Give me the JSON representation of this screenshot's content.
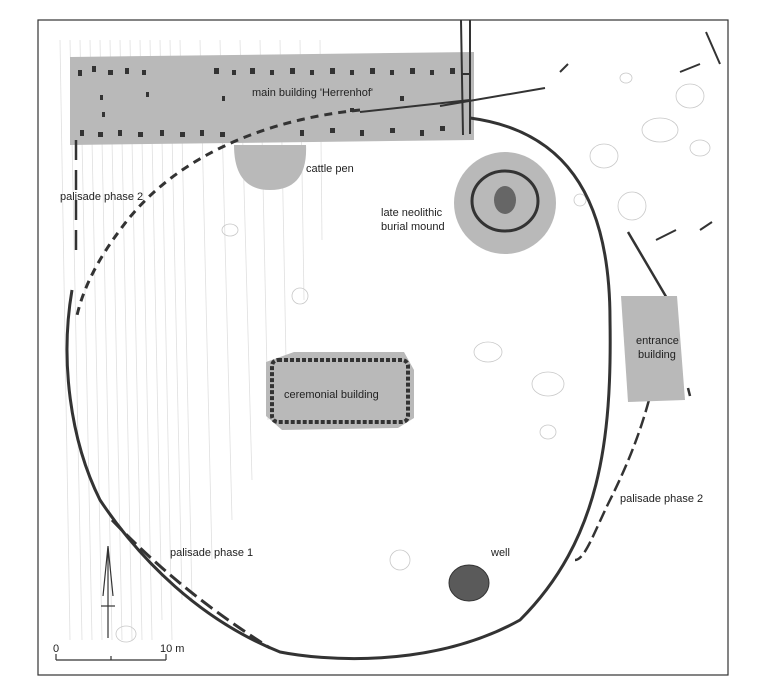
{
  "labels": {
    "main_building": "main building 'Herrenhof'",
    "cattle_pen": "cattle pen",
    "palisade_phase2_left": "palisade phase 2",
    "burial_mound_line1": "late neolithic",
    "burial_mound_line2": "burial mound",
    "entrance_line1": "entrance",
    "entrance_line2": "building",
    "ceremonial_building": "ceremonial building",
    "palisade_phase2_right": "palisade phase 2",
    "palisade_phase1": "palisade phase 1",
    "well": "well"
  },
  "scale": {
    "start": "0",
    "end": "10 m"
  },
  "colors": {
    "feature_fill": "#b9b9b9",
    "feature_stroke": "#3a3a3a",
    "well_fill": "#5a5a5a",
    "background_lines": "#dcdcdc"
  },
  "icons": {
    "north_arrow": "north-arrow-icon"
  }
}
